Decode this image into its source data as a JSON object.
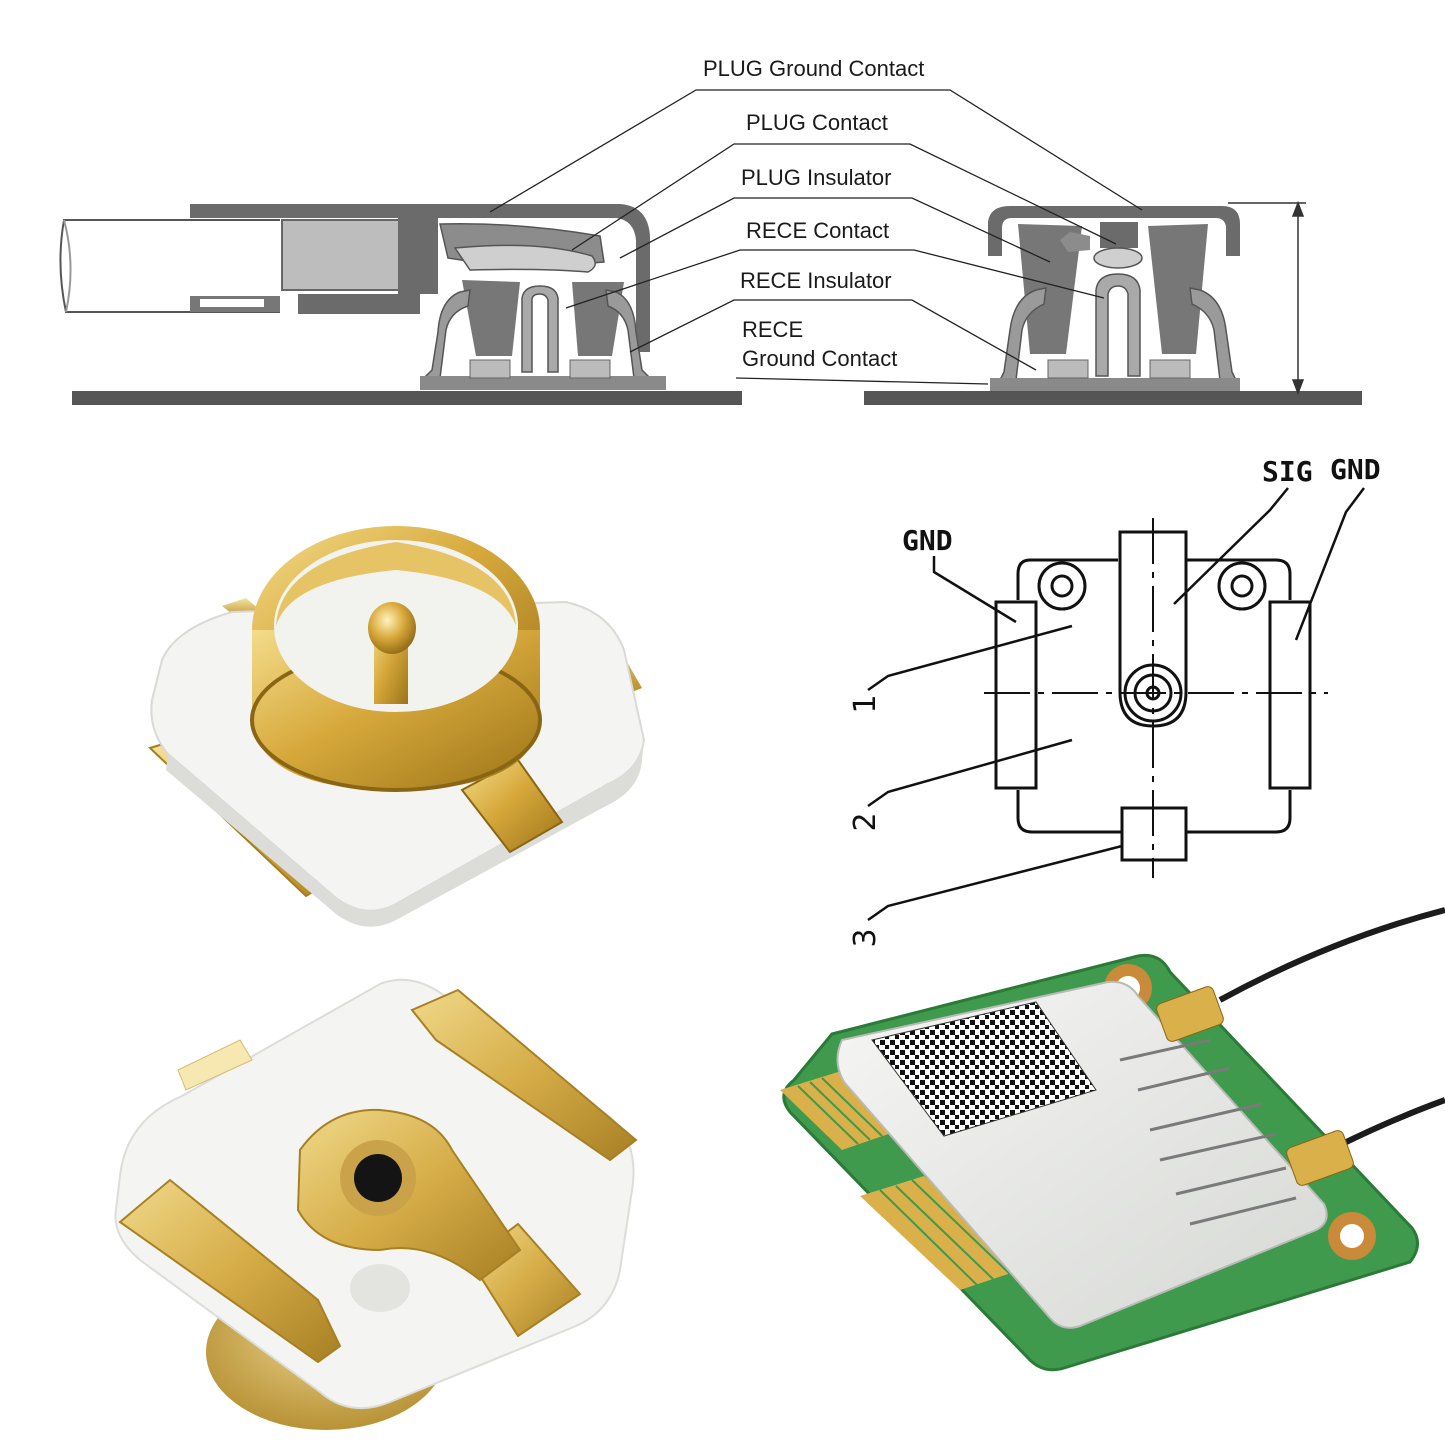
{
  "cross_section": {
    "labels": [
      {
        "key": "plug_ground",
        "text": "PLUG Ground Contact"
      },
      {
        "key": "plug_contact",
        "text": "PLUG Contact"
      },
      {
        "key": "plug_insulator",
        "text": "PLUG Insulator"
      },
      {
        "key": "rece_contact",
        "text": "RECE Contact"
      },
      {
        "key": "rece_insulator",
        "text": "RECE Insulator"
      },
      {
        "key": "rece_ground_1",
        "text": "RECE"
      },
      {
        "key": "rece_ground_2",
        "text": "Ground Contact"
      }
    ]
  },
  "footprint": {
    "gnd_left": "GND",
    "sig": "SIG",
    "gnd_right": "GND",
    "pin_1": "1",
    "pin_2": "2",
    "pin_3": "3"
  },
  "colors": {
    "metal_dark": "#6b6b6b",
    "metal_light": "#a9a9a9",
    "insulator": "#8c8c8c",
    "pcb": "#555555",
    "gold": "#d9b04a",
    "gold_dark": "#a57f1e",
    "ceramic": "#f4f4f2",
    "board_green": "#3f9a4d",
    "cable": "#1c1c1c"
  }
}
